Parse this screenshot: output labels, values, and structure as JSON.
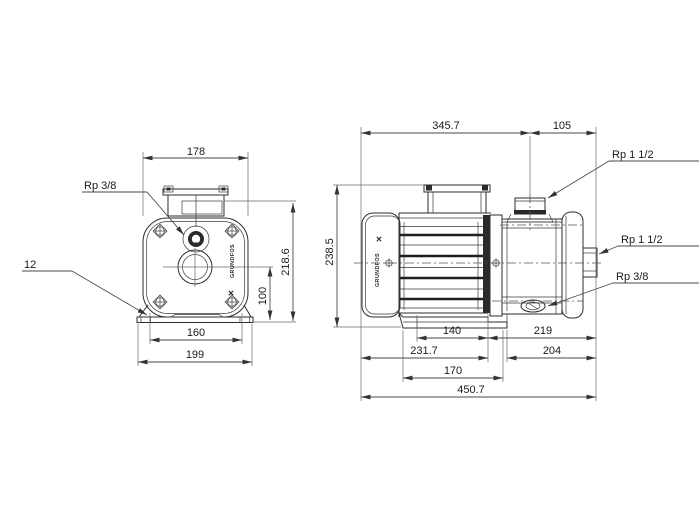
{
  "brand": "GRUNDFOS",
  "logo_mark": "✕",
  "front_view": {
    "dim_width_top": "178",
    "label_plug_top": "Rp 3/8",
    "dim_height_overall": "218.6",
    "dim_port_center_height": "100",
    "dim_foot_hole_span": "160",
    "dim_base_width": "199",
    "dim_foot_height": "12"
  },
  "side_view": {
    "dim_length_to_port": "345.7",
    "dim_port_to_end": "105",
    "dim_height_overall": "238.5",
    "label_port_top": "Rp 1 1/2",
    "label_port_end": "Rp 1 1/2",
    "label_drain_plug": "Rp 3/8",
    "dim_foot_slot_span": "140",
    "dim_port_to_flange": "219",
    "dim_motor_length": "231.7",
    "dim_head_length": "204",
    "dim_foot_length": "170",
    "dim_total_length": "450.7"
  }
}
